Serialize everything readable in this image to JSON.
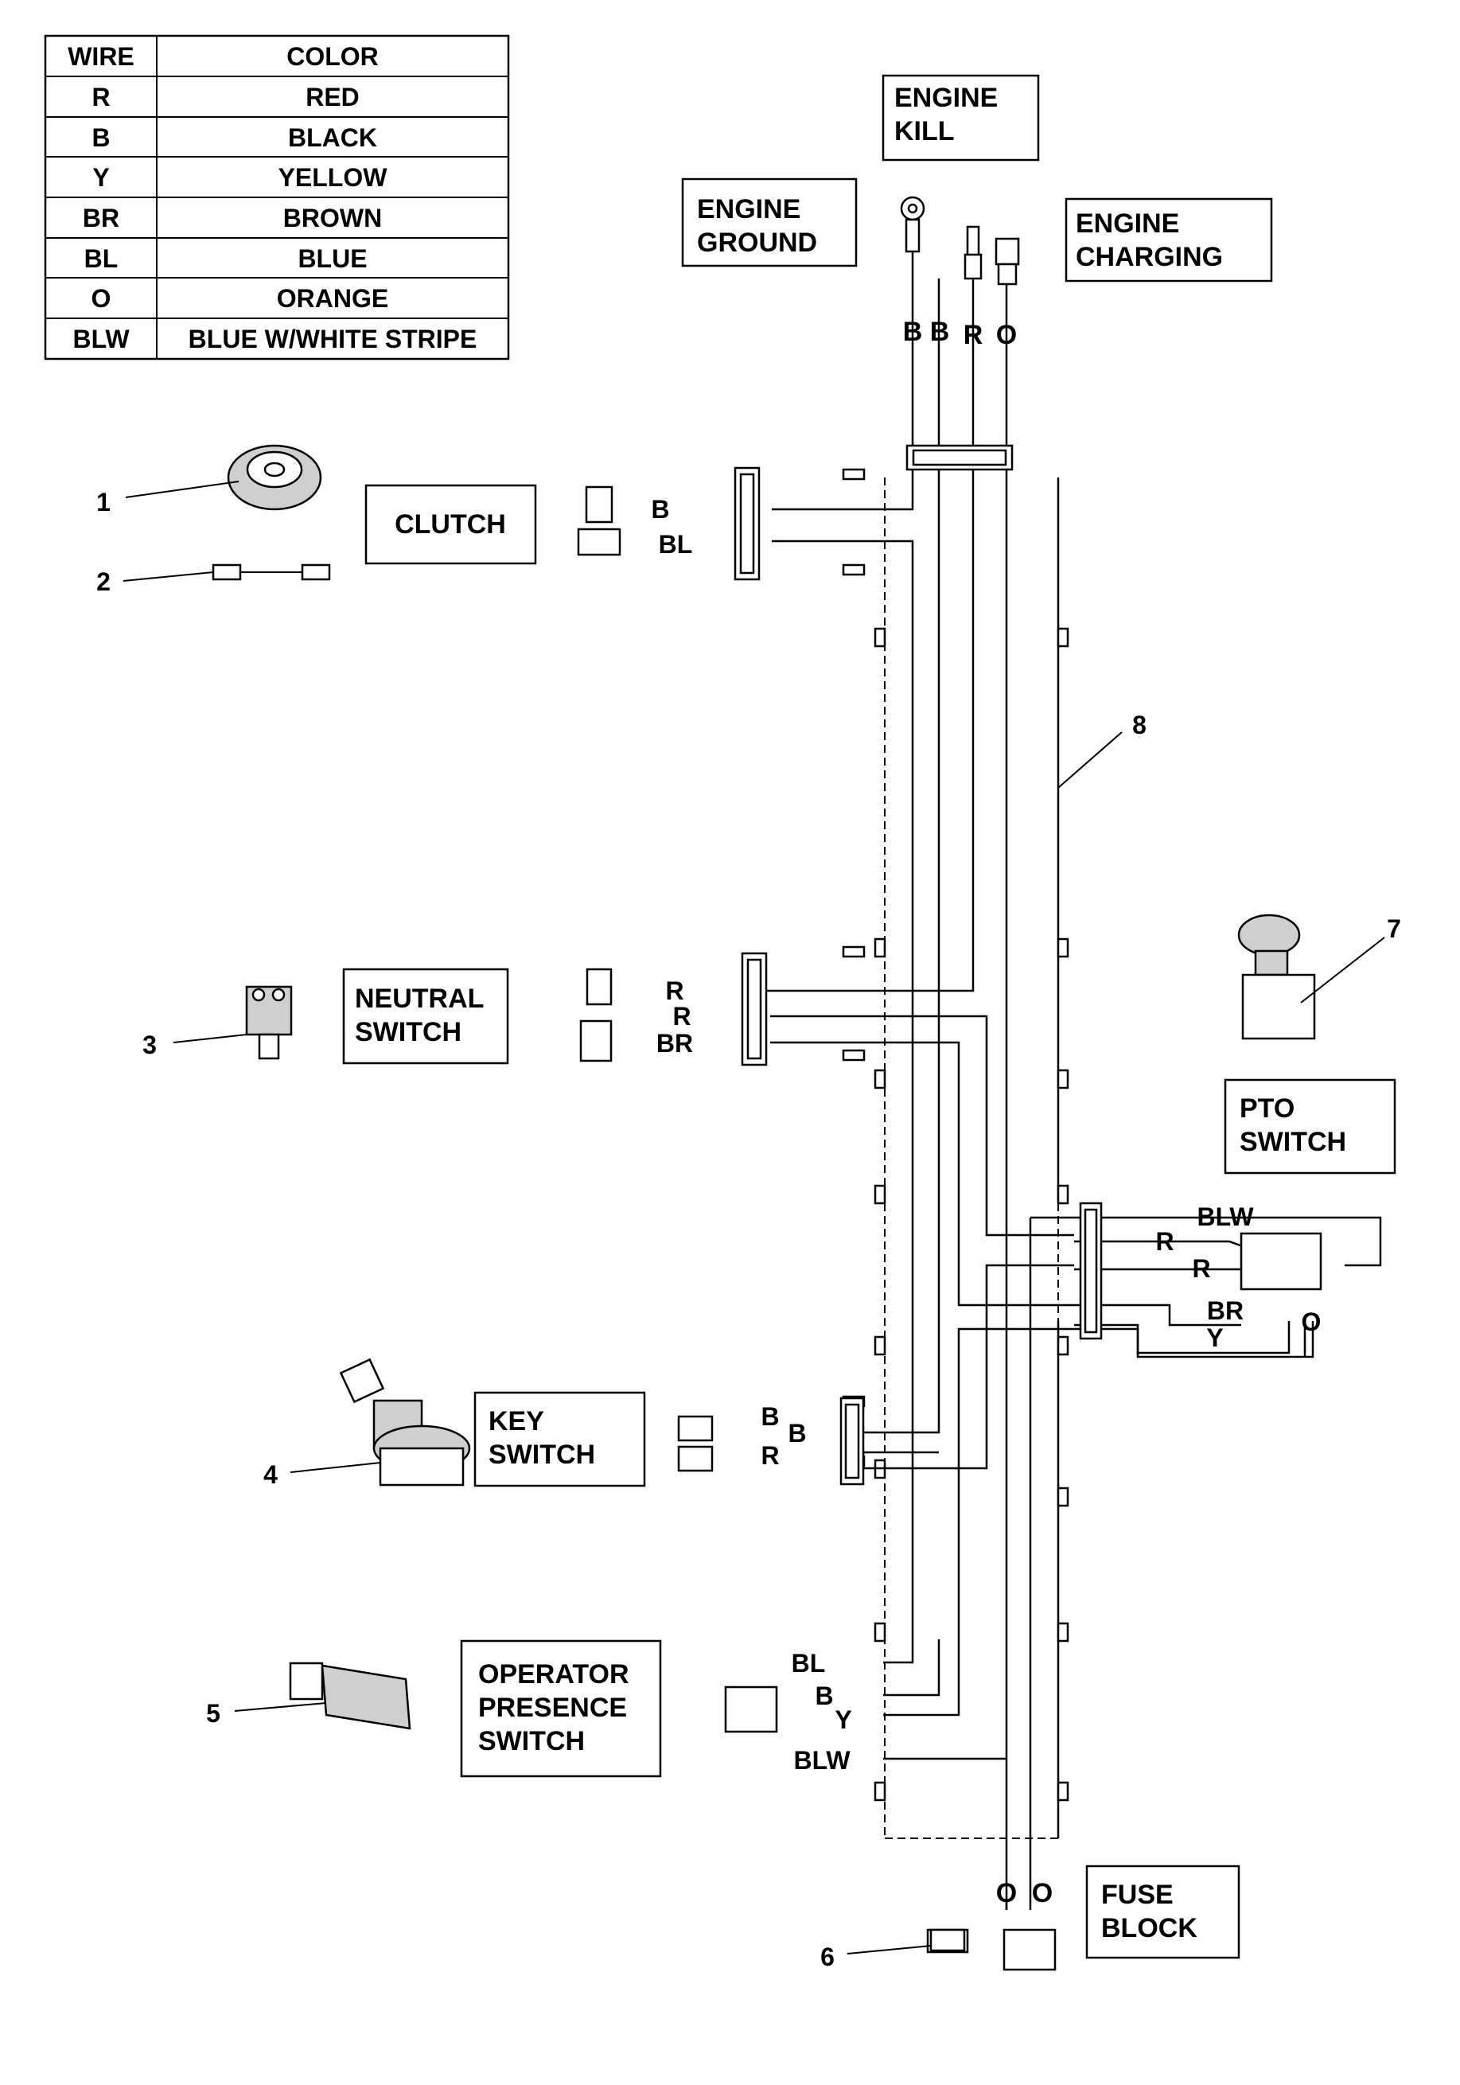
{
  "legend": {
    "header_wire": "WIRE",
    "header_color": "COLOR",
    "rows": [
      {
        "wire": "R",
        "color": "RED"
      },
      {
        "wire": "B",
        "color": "BLACK"
      },
      {
        "wire": "Y",
        "color": "YELLOW"
      },
      {
        "wire": "BR",
        "color": "BROWN"
      },
      {
        "wire": "BL",
        "color": "BLUE"
      },
      {
        "wire": "O",
        "color": "ORANGE"
      },
      {
        "wire": "BLW",
        "color": "BLUE W/WHITE STRIPE"
      }
    ]
  },
  "components": {
    "engine_kill": [
      "ENGINE",
      "KILL"
    ],
    "engine_ground": [
      "ENGINE",
      "GROUND"
    ],
    "engine_charging": [
      "ENGINE",
      "CHARGING"
    ],
    "clutch": [
      "CLUTCH"
    ],
    "neutral_switch": [
      "NEUTRAL",
      "SWITCH"
    ],
    "pto_switch": [
      "PTO",
      "SWITCH"
    ],
    "key_switch": [
      "KEY",
      "SWITCH"
    ],
    "operator_presence_switch": [
      "OPERATOR",
      "PRESENCE",
      "SWITCH"
    ],
    "fuse_block": [
      "FUSE",
      "BLOCK"
    ]
  },
  "callouts": [
    "1",
    "2",
    "3",
    "4",
    "5",
    "6",
    "7",
    "8"
  ],
  "wire_labels": {
    "engine_top": [
      "B",
      "B",
      "R",
      "O"
    ],
    "clutch": [
      "B",
      "BL"
    ],
    "neutral": [
      "R",
      "R",
      "BR"
    ],
    "pto": [
      "BLW",
      "R",
      "R",
      "BR",
      "O",
      "Y"
    ],
    "key": [
      "B",
      "B",
      "R"
    ],
    "operator": [
      "BL",
      "B",
      "Y",
      "BLW"
    ],
    "fuse": [
      "O",
      "O"
    ]
  }
}
